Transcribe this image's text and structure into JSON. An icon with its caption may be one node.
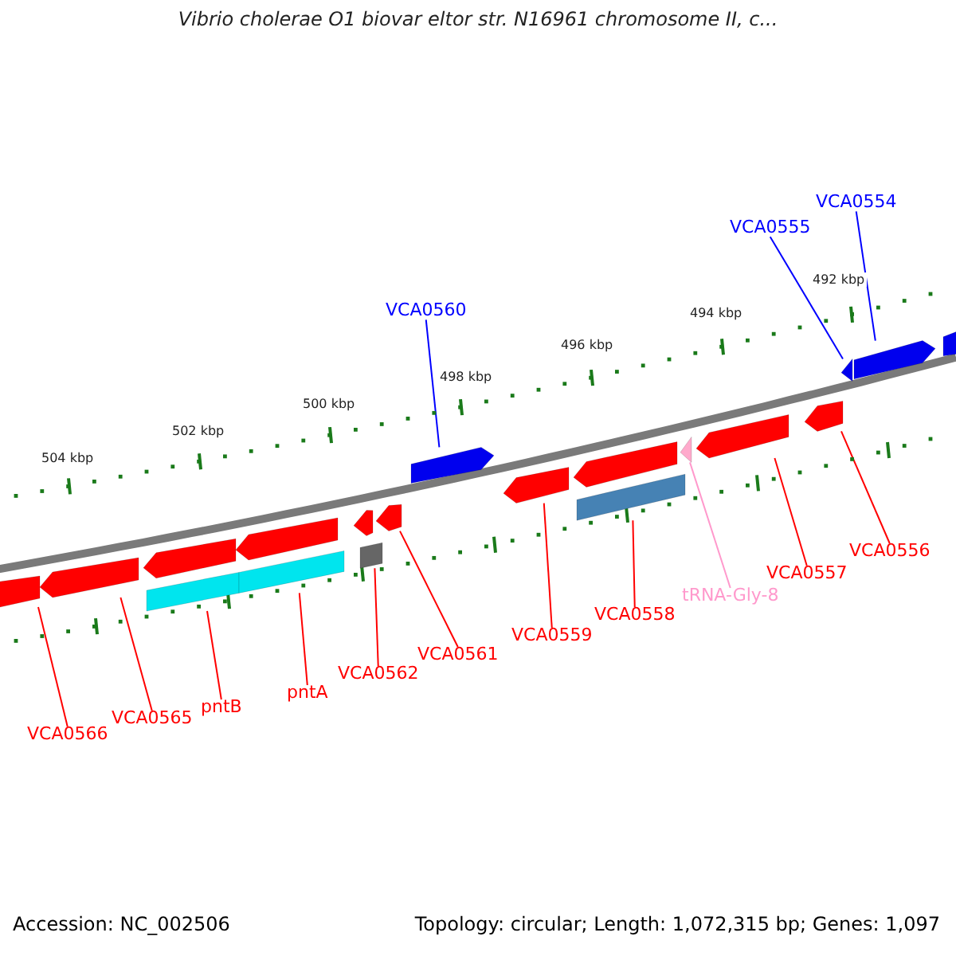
{
  "diagram": {
    "title": "Vibrio cholerae O1 biovar eltor str. N16961 chromosome II, c...",
    "nodes": [
      {
        "text": [
          "VCA0566"
        ]
      },
      {
        "text": [
          "VCA0565"
        ]
      },
      {
        "text": [
          "pntB"
        ]
      },
      {
        "text": [
          "pntA"
        ]
      },
      {
        "text": [
          "VCA0562"
        ]
      },
      {
        "text": [
          "VCA0561"
        ]
      },
      {
        "text": [
          "VCA0559"
        ]
      },
      {
        "text": [
          "VCA0558"
        ]
      },
      {
        "text": [
          "tRNA-Gly-8"
        ]
      },
      {
        "text": [
          "VCA0557"
        ]
      },
      {
        "text": [
          "VCA0556"
        ]
      },
      {
        "text": [
          "VCA0560"
        ]
      },
      {
        "text": [
          "VCA0555"
        ]
      },
      {
        "text": [
          "VCA0554"
        ]
      },
      {
        "text": [],
        "shape": "arrow"
      },
      {
        "text": [],
        "shape": "arrow"
      },
      {
        "text": [],
        "shape": "arrow"
      },
      {
        "text": [],
        "shape": "arrow"
      },
      {
        "text": [],
        "shape": "arrow"
      },
      {
        "text": [],
        "shape": "arrow"
      },
      {
        "text": [],
        "shape": "bar"
      },
      {
        "text": [],
        "shape": "bar"
      },
      {
        "text": [],
        "shape": "bar"
      },
      {
        "text": [],
        "shape": "arrow"
      },
      {
        "text": [],
        "shape": "arrow"
      },
      {
        "text": [],
        "shape": "arrow"
      },
      {
        "text": [],
        "shape": "bar"
      },
      {
        "text": [],
        "shape": "arrow"
      },
      {
        "text": [],
        "shape": "arrow"
      },
      {
        "text": [],
        "shape": "arrow"
      },
      {
        "text": [],
        "shape": "arrow"
      },
      {
        "text": [],
        "shape": "arrow"
      },
      {
        "text": [],
        "shape": "arrow"
      }
    ],
    "edges": [
      {
        "from": 0,
        "to": 14,
        "arrow": "none"
      },
      {
        "from": 1,
        "to": 15,
        "arrow": "none"
      },
      {
        "from": 2,
        "to": 20,
        "arrow": "none"
      },
      {
        "from": 3,
        "to": 21,
        "arrow": "none"
      },
      {
        "from": 4,
        "to": 22,
        "arrow": "none"
      },
      {
        "from": 5,
        "to": 19,
        "arrow": "none"
      },
      {
        "from": 6,
        "to": 24,
        "arrow": "none"
      },
      {
        "from": 7,
        "to": 26,
        "arrow": "none"
      },
      {
        "from": 8,
        "to": 27,
        "arrow": "none",
        "color": "#ff99cc"
      },
      {
        "from": 9,
        "to": 28,
        "arrow": "none"
      },
      {
        "from": 10,
        "to": 29,
        "arrow": "none"
      },
      {
        "from": 11,
        "to": 23,
        "arrow": "none",
        "color": "#0000ff"
      },
      {
        "from": 12,
        "to": 30,
        "arrow": "none",
        "color": "#0000ff"
      },
      {
        "from": 13,
        "to": 31,
        "arrow": "none",
        "color": "#0000ff"
      }
    ],
    "labels": [
      "504 kbp",
      "502 kbp",
      "500 kbp",
      "498 kbp",
      "496 kbp",
      "494 kbp",
      "492 kbp",
      "Accession: NC_002506",
      "Topology: circular; Length: 1,072,315 bp; Genes: 1,097"
    ]
  }
}
